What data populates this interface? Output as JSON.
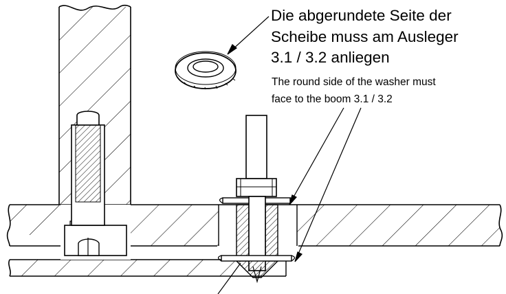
{
  "annotation_de": {
    "lines": [
      "Die abgerundete Seite der",
      "Scheibe muss am Ausleger",
      "3.1 / 3.2 anliegen"
    ]
  },
  "annotation_en": {
    "lines": [
      "The round side of the washer must",
      "face to the boom 3.1 / 3.2"
    ]
  },
  "colors": {
    "line": "#000000",
    "background": "#ffffff"
  }
}
